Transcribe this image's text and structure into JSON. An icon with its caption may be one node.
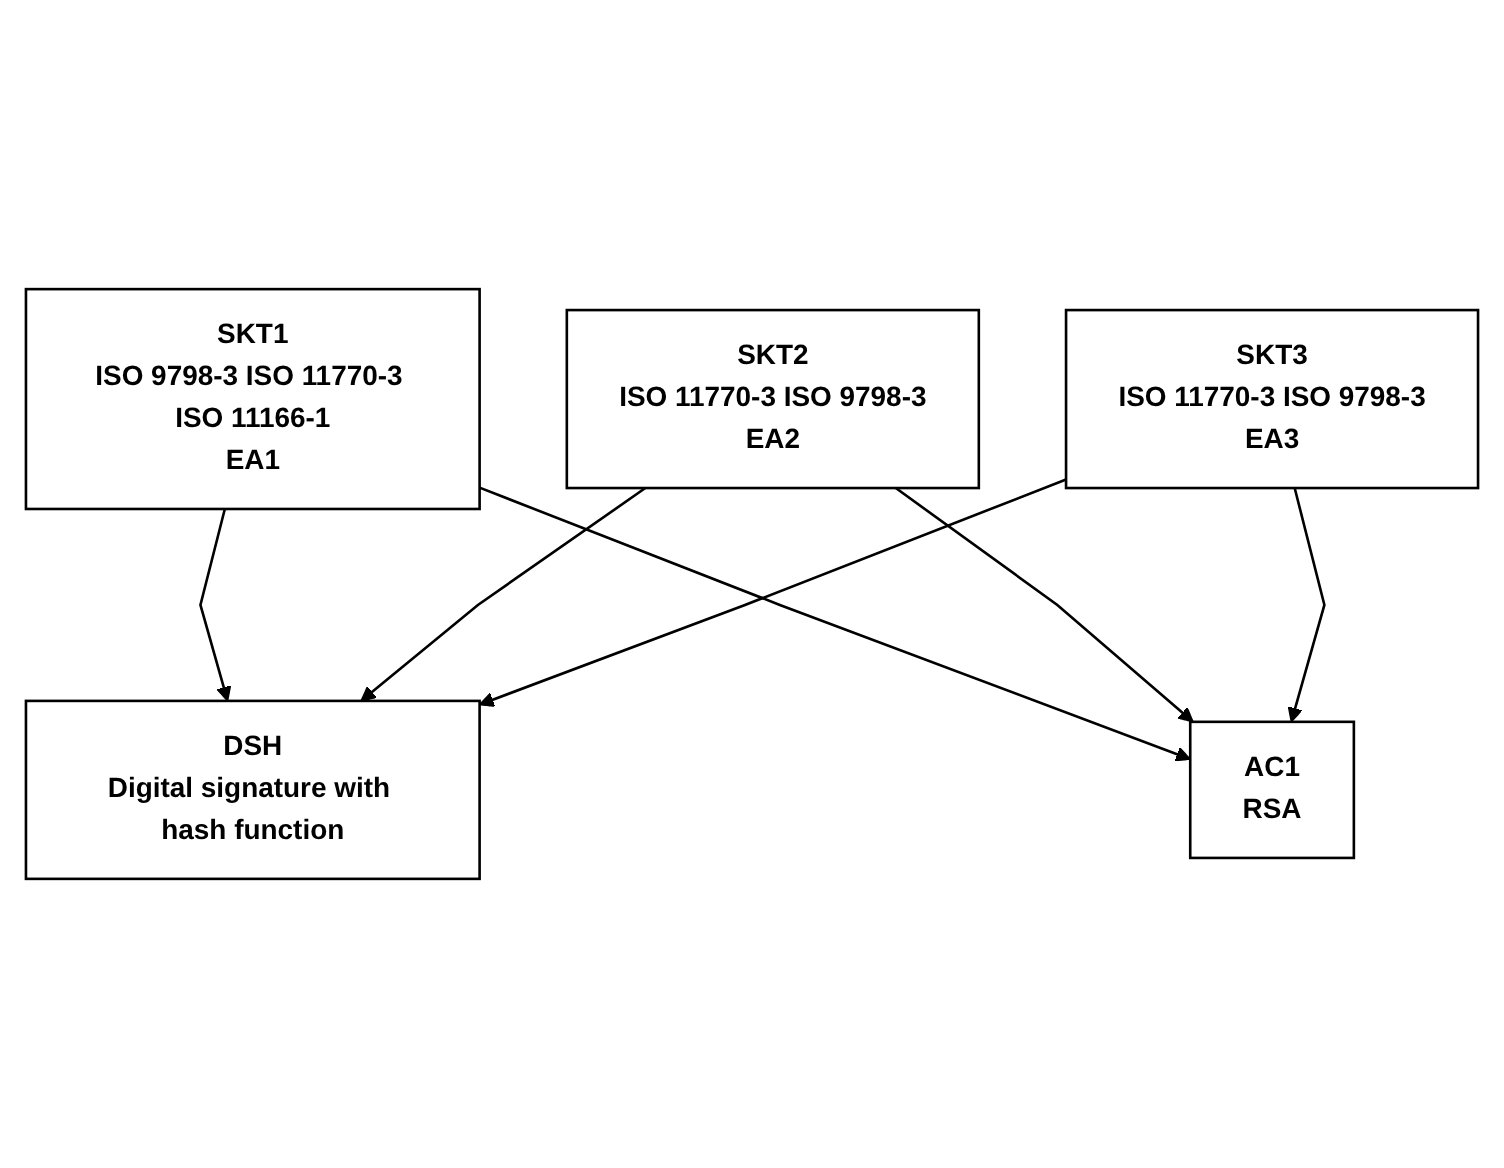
{
  "diagram": {
    "nodes": [
      {
        "text": [
          "SKT1",
          "ISO 9798-3 ISO 11770-3 ISO 11166-1",
          "EA1"
        ]
      },
      {
        "text": [
          "SKT2",
          "ISO 11770-3 ISO 9798-3",
          "EA2"
        ]
      },
      {
        "text": [
          "SKT3",
          "ISO 11770-3 ISO 9798-3",
          "EA3"
        ]
      },
      {
        "text": [
          "DSH",
          "Digital signature with hash function"
        ]
      },
      {
        "text": [
          "AC1",
          "RSA"
        ]
      }
    ],
    "edges": [
      {
        "from": 0,
        "to": 3,
        "arrow": "to"
      },
      {
        "from": 0,
        "to": 4,
        "arrow": "to"
      },
      {
        "from": 1,
        "to": 3,
        "arrow": "to"
      },
      {
        "from": 1,
        "to": 4,
        "arrow": "to"
      },
      {
        "from": 2,
        "to": 3,
        "arrow": "to"
      },
      {
        "from": 2,
        "to": 4,
        "arrow": "to"
      }
    ]
  }
}
